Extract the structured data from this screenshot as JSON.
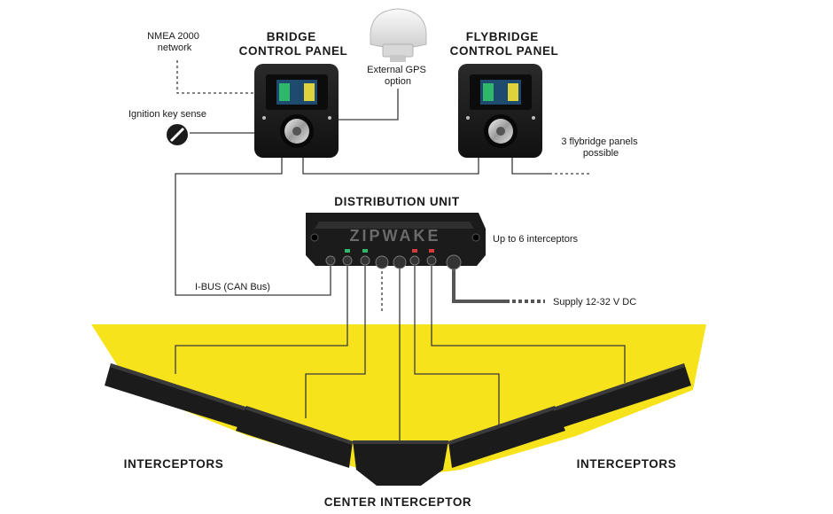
{
  "labels": {
    "nmea_network": [
      "NMEA 2000",
      "network"
    ],
    "bridge_panel": [
      "BRIDGE",
      "CONTROL PANEL"
    ],
    "flybridge_panel": [
      "FLYBRIDGE",
      "CONTROL PANEL"
    ],
    "external_gps": [
      "External GPS",
      "option"
    ],
    "ignition_key_sense": "Ignition key sense",
    "flybridge_panels_possible": [
      "3 flybridge panels",
      "possible"
    ],
    "distribution_unit": "DISTRIBUTION UNIT",
    "up_to_6_interceptors": "Up to 6 interceptors",
    "ibus": "I-BUS (CAN Bus)",
    "supply": "Supply 12-32 V DC",
    "interceptors_left": "INTERCEPTORS",
    "interceptors_right": "INTERCEPTORS",
    "center_interceptor": "CENTER INTERCEPTOR",
    "brand_logo": "ZIPWAKE"
  },
  "colors": {
    "hull_yellow": "#f6e31c",
    "device_black": "#1b1b1b",
    "wire": "#3a3a3a"
  },
  "icons": {
    "ignition": "ignition-key-icon",
    "gps": "gps-antenna-icon"
  }
}
